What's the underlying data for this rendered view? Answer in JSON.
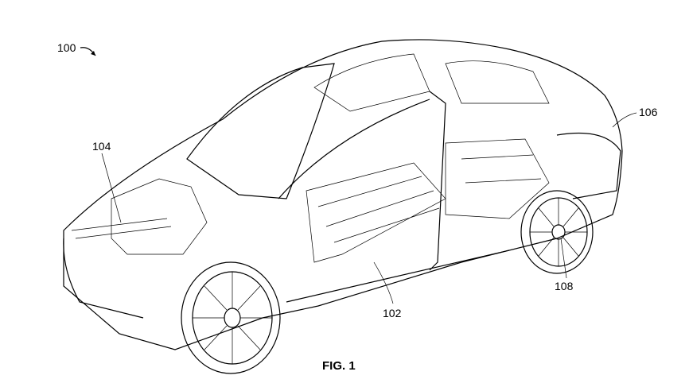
{
  "figure": {
    "caption": "FIG. 1",
    "reference_numerals": {
      "vehicle": "100",
      "body_structure": "102",
      "front_module": "104",
      "rear_body": "106",
      "rear_wheel": "108"
    },
    "line_color": "#000000",
    "background_color": "#ffffff"
  }
}
